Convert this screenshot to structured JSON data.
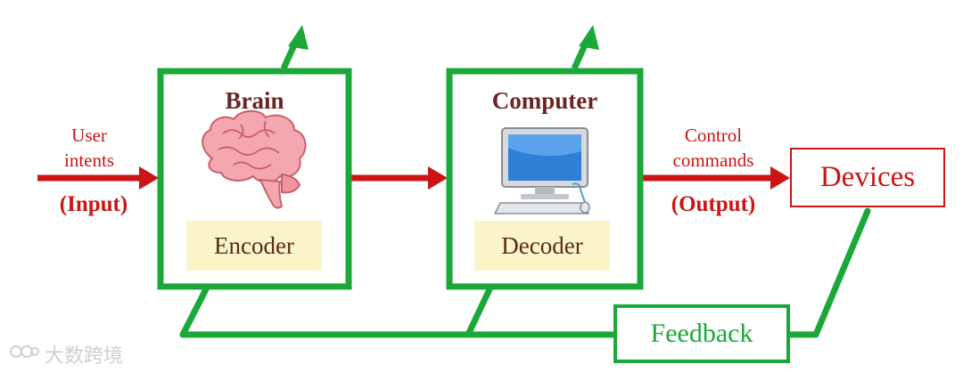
{
  "encoder_block": {
    "title": "Brain",
    "label": "Encoder"
  },
  "decoder_block": {
    "title": "Computer",
    "label": "Decoder"
  },
  "input": {
    "line1": "User",
    "line2": "intents",
    "tag": "(Input)"
  },
  "output": {
    "line1": "Control",
    "line2": "commands",
    "tag": "(Output)"
  },
  "devices": {
    "label": "Devices"
  },
  "feedback": {
    "label": "Feedback"
  },
  "watermark": {
    "text": "大数跨境"
  },
  "colors": {
    "green": "#1ba839",
    "red": "#cc1414",
    "label_bg": "#fbf4c9",
    "title": "#6b2424"
  }
}
